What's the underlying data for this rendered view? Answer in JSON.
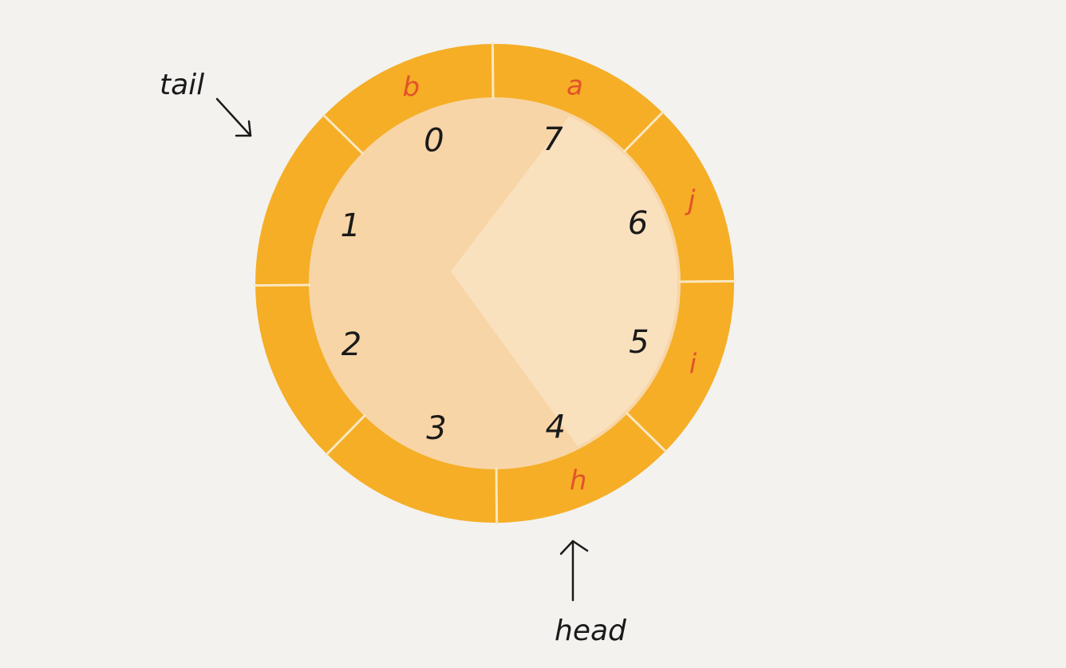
{
  "diagram": {
    "colors": {
      "background": "#f3f2ef",
      "ring": "#f5ae26",
      "ring_divider": "#fbe7c0",
      "inner_disc": "#f8d5a6",
      "inner_highlight": "#fae4c4",
      "value_text": "#e2532a",
      "index_text": "#1a1a1a"
    },
    "slots": [
      {
        "index": "0",
        "value": "b"
      },
      {
        "index": "1",
        "value": ""
      },
      {
        "index": "2",
        "value": ""
      },
      {
        "index": "3",
        "value": ""
      },
      {
        "index": "4",
        "value": "h"
      },
      {
        "index": "5",
        "value": "i"
      },
      {
        "index": "6",
        "value": "j"
      },
      {
        "index": "7",
        "value": "a"
      }
    ],
    "pointers": {
      "tail": {
        "label": "tail",
        "slot_index": "0"
      },
      "head": {
        "label": "head",
        "slot_index": "4"
      }
    }
  }
}
